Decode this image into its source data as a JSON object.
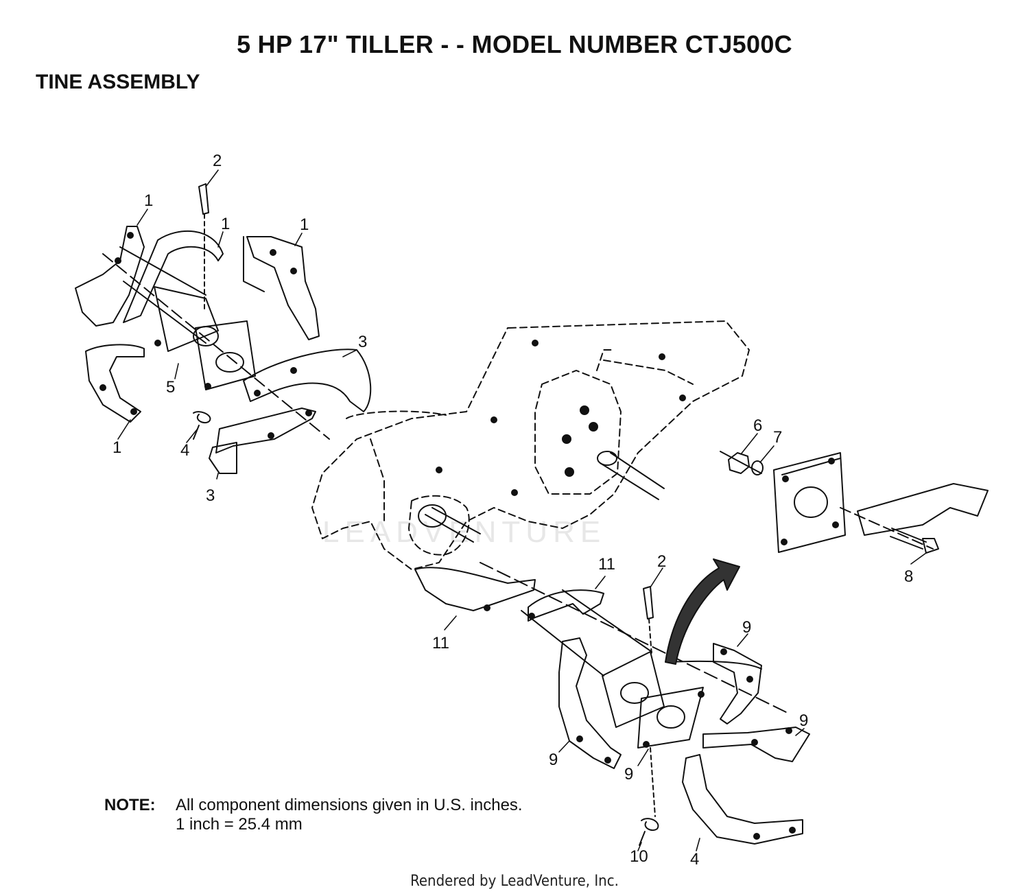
{
  "header": {
    "title": "5 HP 17\" TILLER - - MODEL NUMBER CTJ500C",
    "subtitle": "TINE ASSEMBLY"
  },
  "callouts": [
    {
      "id": "c1a",
      "label": "1"
    },
    {
      "id": "c1b",
      "label": "1"
    },
    {
      "id": "c1c",
      "label": "1"
    },
    {
      "id": "c1d",
      "label": "1"
    },
    {
      "id": "c2a",
      "label": "2"
    },
    {
      "id": "c3a",
      "label": "3"
    },
    {
      "id": "c3b",
      "label": "3"
    },
    {
      "id": "c4a",
      "label": "4"
    },
    {
      "id": "c5",
      "label": "5"
    },
    {
      "id": "c6",
      "label": "6"
    },
    {
      "id": "c7",
      "label": "7"
    },
    {
      "id": "c8",
      "label": "8"
    },
    {
      "id": "c11a",
      "label": "11"
    },
    {
      "id": "c11b",
      "label": "11"
    },
    {
      "id": "c2b",
      "label": "2"
    },
    {
      "id": "c9a",
      "label": "9"
    },
    {
      "id": "c9b",
      "label": "9"
    },
    {
      "id": "c9c",
      "label": "9"
    },
    {
      "id": "c9d",
      "label": "9"
    },
    {
      "id": "c10",
      "label": "10"
    },
    {
      "id": "c4b",
      "label": "4"
    }
  ],
  "note": {
    "label": "NOTE:",
    "line1": "All component dimensions given in U.S. inches.",
    "line2": "1 inch = 25.4 mm"
  },
  "watermark": "LEADVENTURE",
  "footer": "Rendered by LeadVenture, Inc."
}
